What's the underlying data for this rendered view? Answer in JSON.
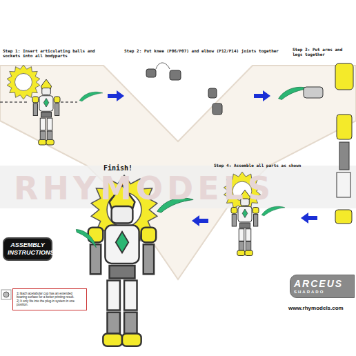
{
  "diagram": {
    "nodes": [
      {
        "text": [
          "ASSEMBLY INSTRUCTIONS"
        ]
      },
      {
        "text": [
          "ARCEUS",
          "SHARADO"
        ]
      },
      {
        "text": [
          "1) Each acetabular cup has an extended bearing surface for a better printing result.",
          "2) It only fits into the plug-in system in one position."
        ]
      }
    ],
    "labels": [
      "Step 1: Insert articulating balls and sockets into all bodyparts",
      "Step 2: Put knee (P06/P07) and elbow (P12/P14) joints together",
      "Step 3: Put arms and legs together",
      "Step 4: Assemble all parts as shown",
      "Finish!",
      "www.rhymodels.com",
      "RHYMODELS"
    ]
  }
}
